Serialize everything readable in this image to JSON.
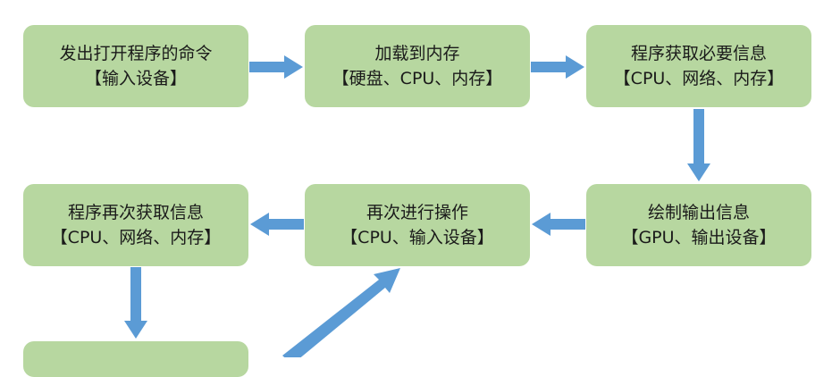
{
  "nodes": [
    {
      "line1": "发出打开程序的命令",
      "line2": "【输入设备】"
    },
    {
      "line1": "加载到内存",
      "line2": "【硬盘、CPU、内存】"
    },
    {
      "line1": "程序获取必要信息",
      "line2": "【CPU、网络、内存】"
    },
    {
      "line1": "绘制输出信息",
      "line2": "【GPU、输出设备】"
    },
    {
      "line1": "再次进行操作",
      "line2": "【CPU、输入设备】"
    },
    {
      "line1": "程序再次获取信息",
      "line2": "【CPU、网络、内存】"
    }
  ],
  "colors": {
    "node_fill": "#b7d7a0",
    "arrow": "#5b9bd5",
    "text": "#1a1a1a"
  }
}
